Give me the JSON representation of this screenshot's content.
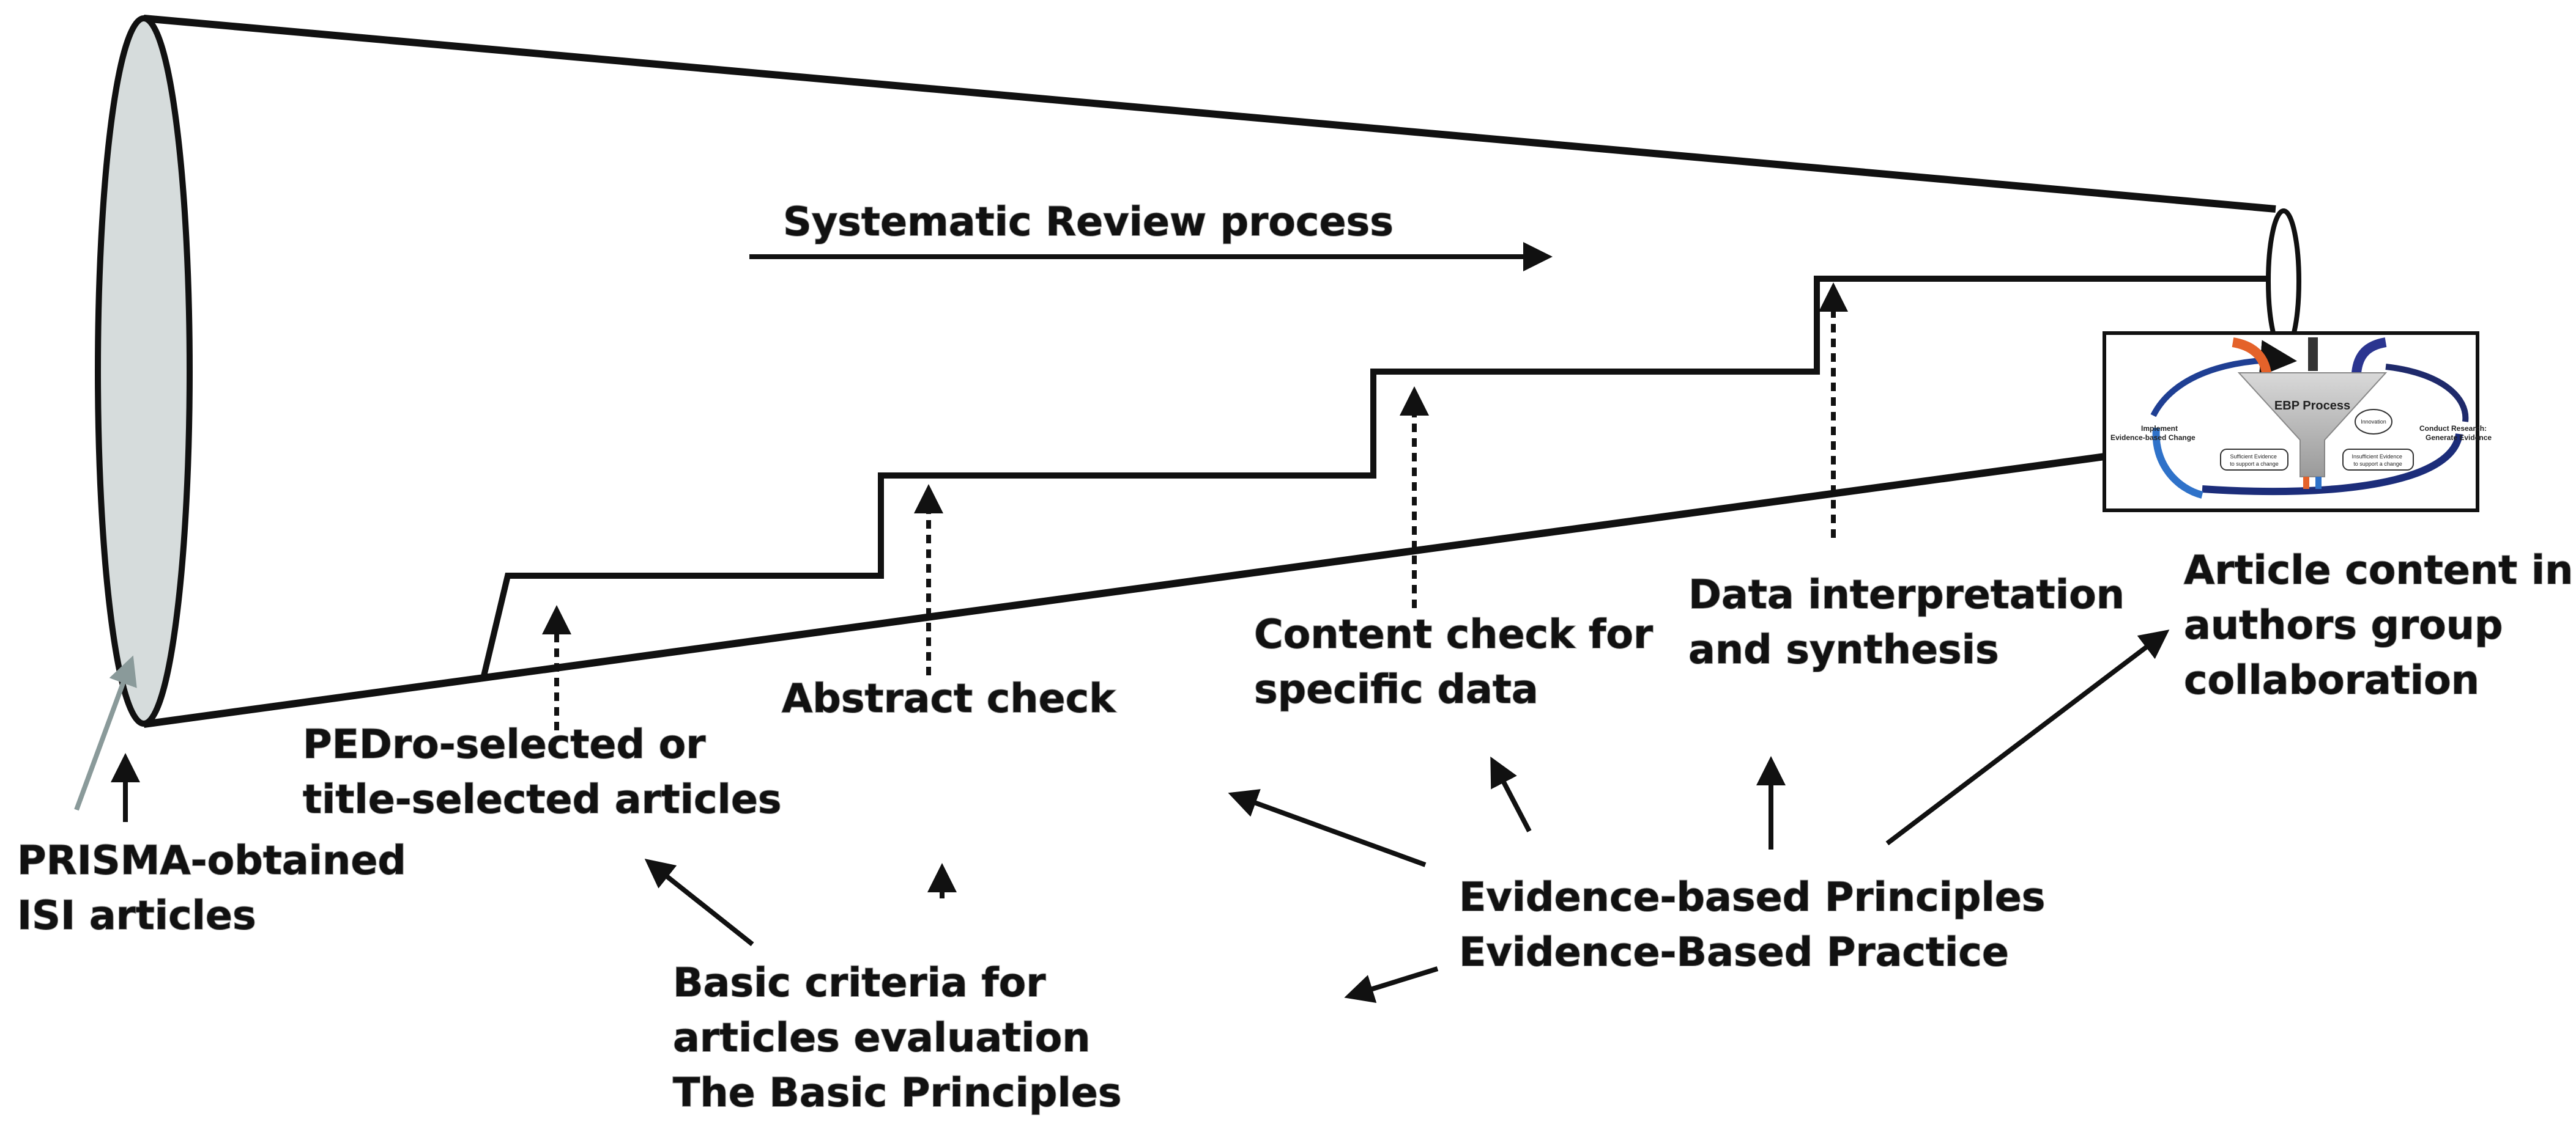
{
  "diagram": {
    "process_label": "Systematic Review process",
    "stages": {
      "prisma": [
        "PRISMA-obtained",
        "ISI articles"
      ],
      "pedro": [
        "PEDro-selected or",
        "title-selected articles"
      ],
      "abstract": [
        "Abstract check"
      ],
      "content": [
        "Content check for",
        "specific data"
      ],
      "interpretation": [
        "Data interpretation",
        "and synthesis"
      ],
      "collaboration": [
        "Article content in",
        "authors group",
        "collaboration"
      ]
    },
    "basic_criteria": [
      "Basic criteria for",
      "articles evaluation",
      "The Basic Principles"
    ],
    "evidence": [
      "Evidence-based Principles",
      "Evidence-Based Practice"
    ],
    "ebp_inset": {
      "title": "EBP Process",
      "left": [
        "Implement",
        "Evidence-based Change"
      ],
      "right": [
        "Conduct Research:",
        "Generate Evidence"
      ],
      "center": "Innovation",
      "box_left": [
        "Sufficient Evidence",
        "to support a change"
      ],
      "box_right": [
        "Insufficient Evidence",
        "to support a change"
      ]
    }
  }
}
